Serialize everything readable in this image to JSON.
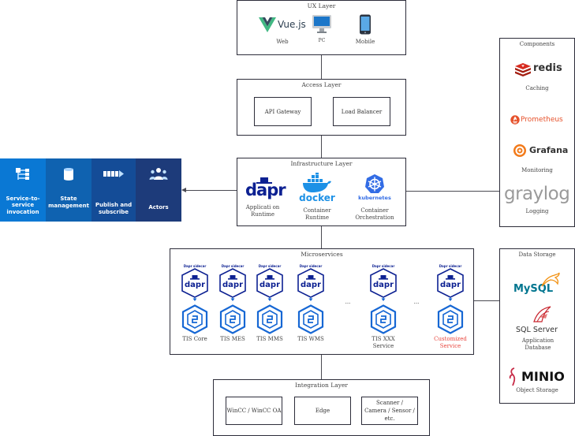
{
  "ux_layer": {
    "title": "UX Layer",
    "vue_label": "Vue.js",
    "items": [
      "Web",
      "PC",
      "Mobile"
    ]
  },
  "access_layer": {
    "title": "Access Layer",
    "api_gateway": "API Gateway",
    "load_balancer": "Load Balancer"
  },
  "infrastructure_layer": {
    "title": "Infrastructure Layer",
    "dapr_logo": "dapr",
    "docker_logo": "docker",
    "kubernetes_logo": "kubernetes",
    "dapr_label": "Applicati on Runtime",
    "docker_label": "Container Runtime",
    "k8s_label": "Container Orchestration"
  },
  "dapr_panel": [
    {
      "label": "Service-to-service invocation",
      "color": "#0a78d4"
    },
    {
      "label": "State management",
      "color": "#0f62b0"
    },
    {
      "label": "Publish and subscribe",
      "color": "#144c97"
    },
    {
      "label": "Actors",
      "color": "#1d3b7a"
    }
  ],
  "components": {
    "title": "Components",
    "redis": "redis",
    "caching": "Caching",
    "prometheus": "Prometheus",
    "grafana": "Grafana",
    "monitoring": "Monitoring",
    "graylog": "graylog",
    "logging": "Logging"
  },
  "microservices": {
    "title": "Microservices",
    "sidecar_label": "Dapr sidecar",
    "ellipsis": "...",
    "services": [
      {
        "name": "TIS Core"
      },
      {
        "name": "TIS MES"
      },
      {
        "name": "TIS MMS"
      },
      {
        "name": "TIS WMS"
      },
      {
        "name": "TIS XXX Service"
      },
      {
        "name": "Customized Service",
        "color": "#e8473f"
      }
    ]
  },
  "data_storage": {
    "title": "Data Storage",
    "mysql": "MySQL",
    "sqlserver": "SQL Server",
    "sqlserver_label": "Application Database",
    "minio": "MINIO",
    "minio_label": "Object Storage"
  },
  "integration_layer": {
    "title": "Integration Layer",
    "wincc": "WinCC / WinCC OA",
    "edge": "Edge",
    "devices": "Scanner / Camera / Sensor / etc."
  }
}
